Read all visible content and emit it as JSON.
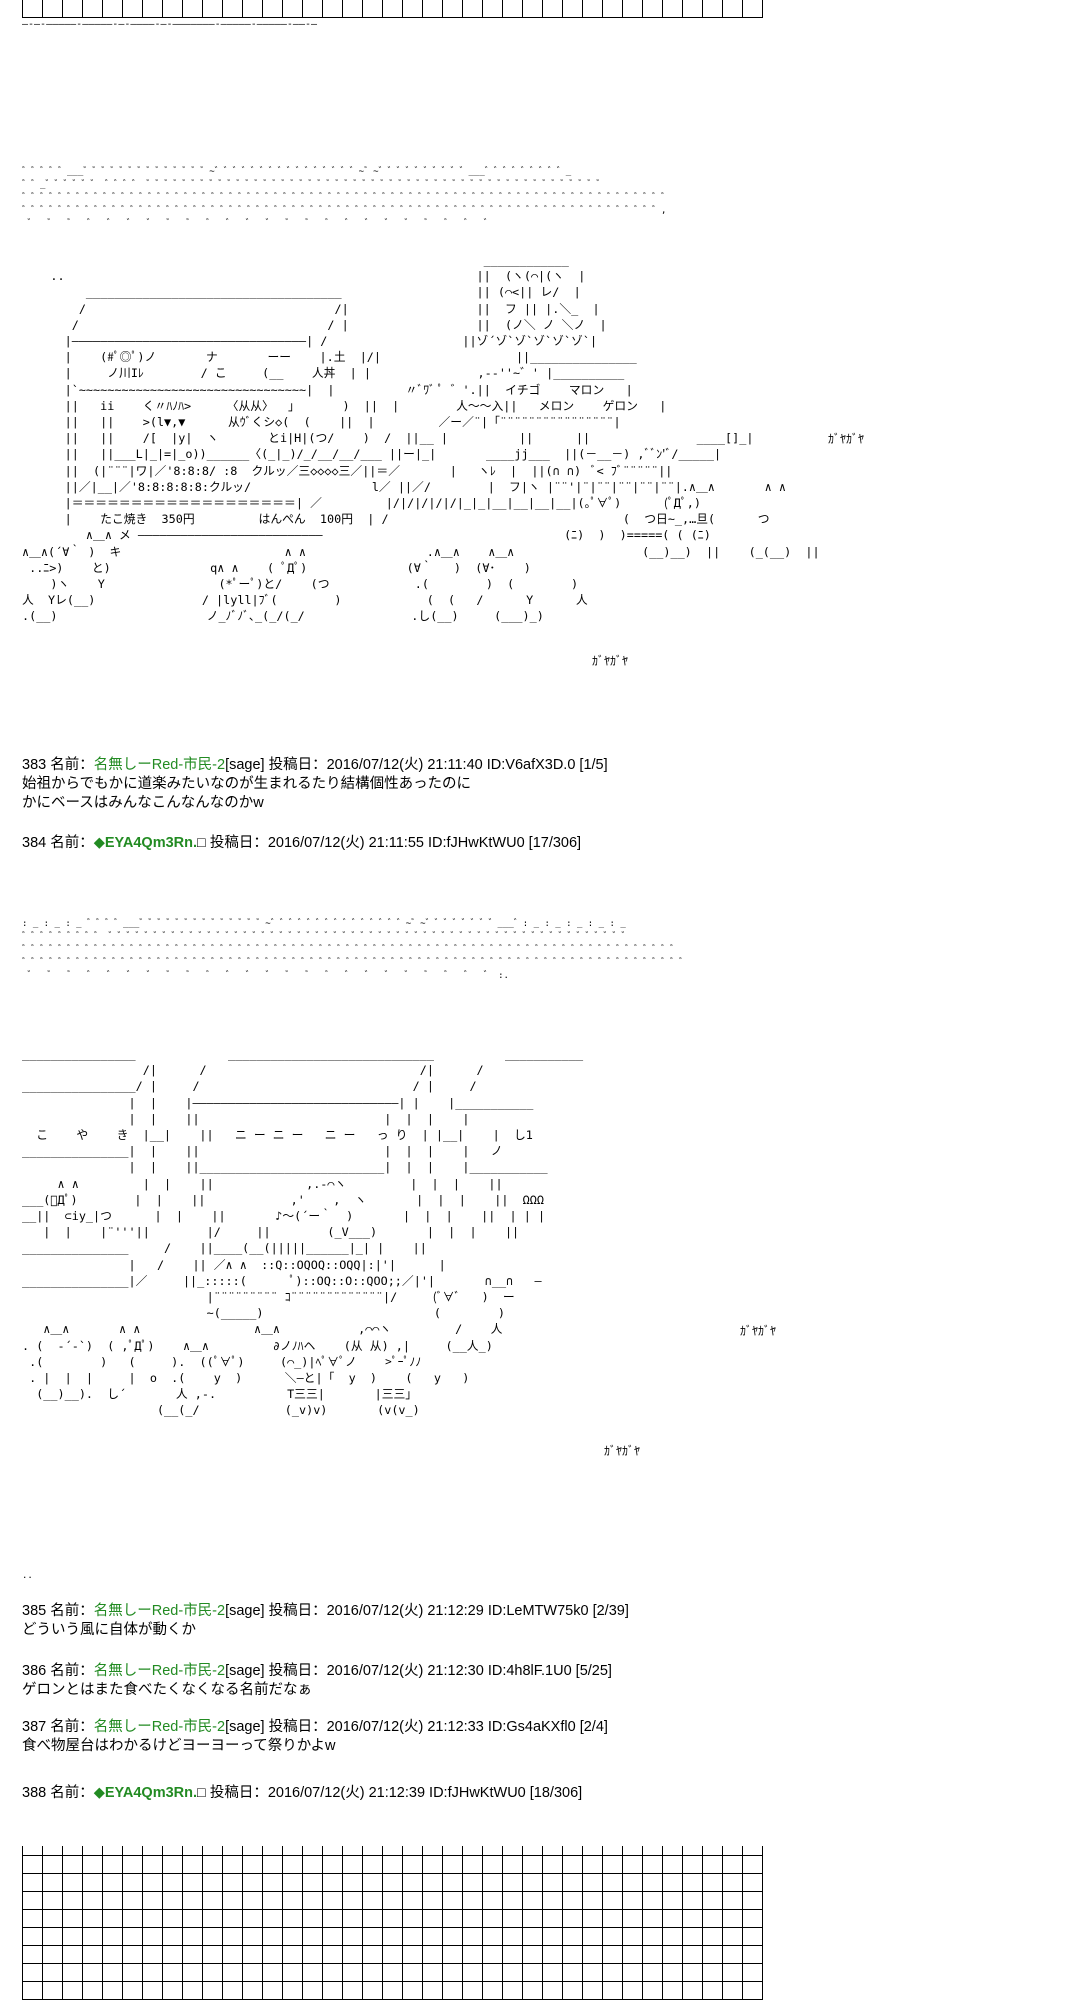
{
  "top_border_dash": "—‐—‐—————‐—————‐—‐————‐—‐———————‐—————‐—————‐——‐—",
  "sparkle_1": "゛゛゛゛゛___゛゛゛゛゛゛゛゛゛゛゛゛゛゛~゛゛゛゛゛゛゛゛゛゛゛゛゛゛゛゛~゛~゛゛゛゛゛゛゛゛゛゛___゛゛゛゛゛゛゛゛゛_\n゛゛_゛゛゛゛゛゛ ゛゛゛゛ ゛゛゛゛゛゛゛゛゛゛゛゛゛゛゛゛゛゛゛゛゛゛゛゛゛゛゛゛゛゛゛゛゛゛゛゛゛゛゛゛゛゛゛゛゛゛゛゛゛゛゛\n゛゛゛゛゛゛゛゛゛゛゛゛゛゛゛゛゛゛゛゛゛゛゛゛゛゛゛゛゛゛゛゛゛゛゛゛゛゛゛゛゛゛゛゛゛゛゛゛゛゛゛゛゛゛゛゛゛゛゛゛゛゛゛゛゛゛゛゛゛゛゛゛\n゛゛゛゛゛゛゛゛゛゛゛゛゛゛゛゛゛゛゛゛゛゛゛゛゛゛゛゛゛゛゛゛゛゛゛゛゛゛゛゛゛゛゛゛゛゛゛゛゛゛゛゛゛゛゛゛゛゛゛゛゛゛゛゛゛゛゛゛゛゛゛,\n ゛  ゛  ゛  ゛  ゛  ゛  ゛  ゛  ゛  ゛  ゛  ゛  ゛  ゛  ゛  ゛  ゛  ゛  ゛  ゛  ゛  ゛  ゛  ゛",
  "aa_1": "                                                                 ____________\n    ..                                                          ||  (ヽ(⌒|(ヽ  |\n         ____________________________________                   || (⌒<|| レ/  |\n        /                                   /|                  ||  フ || |.＼_  |\n       /                                   / |                  ||  (ノ＼ ノ ＼ノ  |\n      |―――――――――――――――――――――――――――――――――| /                   ||ゾ´ゾ`ゾ`ゾ`ゾ`ゾ`|\n      |    (#ﾟ◎ﾟ)ノ       ナ       ーー    |.土  |/|                   ||_______________\n      |     ノ川Iﾚ        / こ     (__    人丼  | |               ,-‐''~゛' |__________\n      |`~~~~~~~~~~~~~~~~~~~~~~~~~~~~~~~~|  |          〃ﾞﾜﾞ ﾟ ゛'.||  イチゴ    マロン   |\n      ||   ii    く〃ﾊﾉﾊ>     〈从从〉  」      )  ||  |        人〜〜入||   メロン    ゲロン   |\n      ||   ||    >(l▼,▼      从ｳﾞくシ◇(  (    ||  |         ／ー／¨|「¨¨¨¨¨¨¨¨¨¨¨¨¨¨¨¨|\n      ||   ||    /[  |y|  ヽ       とi|H|(つ/    )  /  ||__ |          ||      ||               ____[]_|\n      ||   ||___L|_|=|_o))______〈(_|_)/_/__/__/___ ||ー|_|       ____jj___  ||(－__－) ,ﾞﾞﾝ'ﾞ/_____|\n      ||  (|¨¨¨|ワ|／'8:8:8/ :8  クルッ／三◇◇◇◇三／||＝／       |   ヽﾚ  |  ||(∩ ∩)  ﾞ< ﾌﾞ¨¨¨¨¨||\n      ||／|__|／'8:8:8:8:8:クルッ/                 l／ ||／/        |  フ|ヽ |¨¨'|¨|¨¨|¨¨|¨¨|¨¨|.∧＿∧       ∧ ∧\n      |＝＝＝＝＝＝＝＝＝＝＝＝＝＝＝＝＝＝＝| ／         |/|/|/|/|/|_|_|__|__|__|__|(｡ﾟ∀ﾟ)      (ﾟДﾟ,)\n      |    たこ焼き  350円         はんぺん  100円  | /                                 (  つ日~_,…旦(      つ\n         ∧＿∧ メ ――――――――――――――――――――――――――                                  (ﾆ)  )  )=====( ( (ﾆ)\n∧＿∧(´∀｀ )  キ                       ∧ ∧                 .∧＿∧    ∧＿∧                  (__)__)  ||    (_(__)  ||\n ..ﾆ>)    と)              q∧ ∧    ( ﾟДﾟ)              (∀｀   )  (∀･    )\n    )ヽ    Y                (*ﾟーﾟ)と/    (つ            .(        )  (        )\n人  Yレ(__)               / |lyll|ﾌﾞ(        )            (  (   /      Y      人\n.(__)                     ノ_ﾉﾞﾉﾞ､_(_/(_/               .し(__)     (___)_)",
  "sfx_1a": "ｶﾞﾔｶﾞﾔ",
  "sfx_1b": "ｶﾞﾔｶﾞﾔ",
  "posts_1": [
    {
      "number": "383",
      "name_label": "名前：",
      "name": "名無しーRed-市民-2",
      "mail": "[sage]",
      "date": "投稿日：2016/07/12(火) 21:11:40 ID:V6afX3D.0 [1/5]",
      "body": "始祖からでもかに道楽みたいなのが生まれるたり結構個性あったのに\nかにベースはみんなこんなんなのかw"
    }
  ],
  "post_384": {
    "number": "384",
    "name_label": "名前：",
    "trip": "◆EYA4Qm3Rn.",
    "box": "□",
    "date": "投稿日：2016/07/12(火) 21:11:55 ID:fJHwKtWU0 [17/306]"
  },
  "sparkle_2": ": _ : _ : _ ゛゛゛゛___゛゛゛゛゛゛゛゛゛゛゛゛゛゛~゛゛゛゛゛゛゛゛゛゛゛゛゛゛゛~゛~゛゛゛゛゛゛゛゛___゛: _ : _ : _ : _ : _\n゛゛゛゛゛゛゛゛゛ ゛゛゛゛゛゛゛゛゛゛゛゛゛゛゛゛゛゛゛゛゛゛゛゛゛゛゛゛゛゛゛゛゛゛゛゛゛゛゛゛゛゛゛゛゛゛゛゛゛゛゛゛゛゛゛゛゛゛\n゛゛゛゛゛゛゛゛゛゛゛゛゛゛゛゛゛゛゛゛゛゛゛゛゛゛゛゛゛゛゛゛゛゛゛゛゛゛゛゛゛゛゛゛゛゛゛゛゛゛゛゛゛゛゛゛゛゛゛゛゛゛゛゛゛゛゛゛゛゛゛゛゛\n゛゛゛゛゛゛゛゛゛゛゛゛゛゛゛゛゛゛゛゛゛゛゛゛゛゛゛゛゛゛゛゛゛゛゛゛゛゛゛゛゛゛゛゛゛゛゛゛゛゛゛゛゛゛゛゛゛゛゛゛゛゛゛゛゛゛゛゛゛゛゛゛゛゛\n ゛  ゛  ゛  ゛  ゛  ゛  ゛  ゛  ゛  ゛  ゛  ゛  ゛  ゛  ゛  ゛  ゛  ゛  ゛  ゛  ゛  ゛  ゛  ゛ :.",
  "aa_2": "________________             _____________________________          ___________\n                 /|      /                              /|      /\n________________/ |     /                              / |     /\n               |  |    |―――――――――――――――――――――――――――――| |    |___________\n               |  |    ||                          |  |  |    |\n  こ    や    き  |__|    ||   ニ ー ニ ー   ニ ー   っ り  | |__|    |  し1\n_______________|  |    ||                          |  |  |    |   ノ\n               |  |    ||__________________________|  |  |    |___________\n     ∧ ∧         |  |    ||             ,.-⌒ヽ         |  |  |    ||\n___(ﾟДﾟ)        |  |    ||            ,'    ,  ヽ       |  |  |    ||  ΩΩΩ\n__||  ⊂iy_|つ      |  |    ||       ♪〜(´ー｀  )       |  |  |    ||  | | |\n   |  |    |¨'''||        |/     ||        (_V___)       |  |  |    ||\n_______________     /    ||____(__(|||||______|_| |    ||\n               |   /    || ／∧ ∧  ::Q::OQOQ::OQQ|:|'|      |\n_______________|／     ||_:::::(      ﾟ)::OQ::O::QOO;;／|'|       ∩__∩   ―\n                          |¨¨¨¨¨¨¨¨¨ ｺ¨¨¨¨¨¨¨¨¨¨¨¨¨|/     (ﾞ∀ﾞ   )  ー\n                          ~(_____)                        (        )\n   ∧＿∧       ∧ ∧                ∧＿∧           ,⌒⌒ヽ         /    人\n. (  ‐´‐`)  ( ,ﾟДﾟ)    ∧＿∧         ∂ノﾉﾊヘ    (从 从) ,|     (__人_)\n .(        )   (     ).  ((ﾟ∀ﾟ)     (⌒_)|ﾍﾟ∀ﾟノ    >ﾟｰﾟﾉﾉ\n . |  |  |     |  o  .(    y  )      ＼―と|「  y  )    (   y   )\n  (__)__).  し´       人 ,-.          T三三|       |三三」\n                   (__(_/            (_v)v)       (v(v_)",
  "sfx_2a": "ｶﾞﾔｶﾞﾔ",
  "sfx_2b": "ｶﾞﾔｶﾞﾔ",
  "dot_sep": "..",
  "posts_2": [
    {
      "number": "385",
      "name_label": "名前：",
      "name": "名無しーRed-市民-2",
      "mail": "[sage]",
      "date": "投稿日：2016/07/12(火) 21:12:29 ID:LeMTW75k0 [2/39]",
      "body": "どういう風に自体が動くか"
    },
    {
      "number": "386",
      "name_label": "名前：",
      "name": "名無しーRed-市民-2",
      "mail": "[sage]",
      "date": "投稿日：2016/07/12(火) 21:12:30 ID:4h8lF.1U0 [5/25]",
      "body": "ゲロンとはまた食べたくなくなる名前だなぁ"
    },
    {
      "number": "387",
      "name_label": "名前：",
      "name": "名無しーRed-市民-2",
      "mail": "[sage]",
      "date": "投稿日：2016/07/12(火) 21:12:33 ID:Gs4aKXfl0 [2/4]",
      "body": "食べ物屋台はわかるけどヨーヨーって祭りかよw"
    }
  ],
  "post_388": {
    "number": "388",
    "name_label": "名前：",
    "trip": "◆EYA4Qm3Rn.",
    "box": "□",
    "date": "投稿日：2016/07/12(火) 21:12:39 ID:fJHwKtWU0 [18/306]"
  }
}
